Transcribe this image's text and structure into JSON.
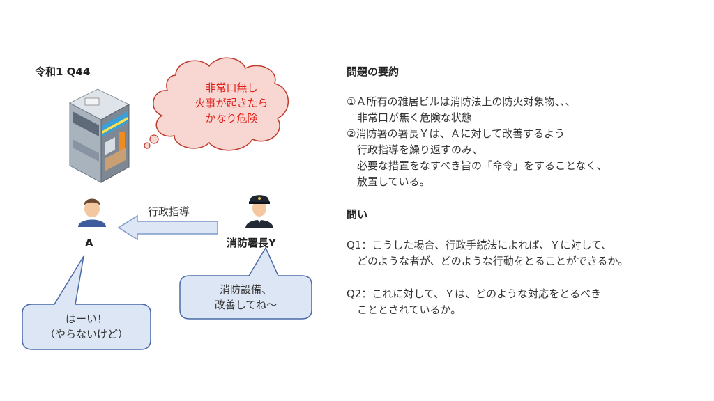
{
  "diagram": {
    "title": "令和1 Q44",
    "thought_bubble": {
      "lines": [
        "非常口無し",
        "火事が起きたら",
        "かなり危険"
      ],
      "text_color": "#e0201a",
      "fill": "#f8d7d3",
      "stroke": "#c0392b"
    },
    "person_a": {
      "label": "A",
      "icon": "person-icon"
    },
    "arrow": {
      "label": "行政指導",
      "fill": "#dce6f4",
      "stroke": "#7f9ccb"
    },
    "officer": {
      "label": "消防署長Y",
      "icon": "officer-icon"
    },
    "speech_officer": {
      "lines": [
        "消防設備、",
        "改善してね～"
      ]
    },
    "speech_a": {
      "lines": [
        "はーい！",
        "（やらないけど）"
      ]
    },
    "callout_fill": "#dce6f4",
    "callout_stroke": "#4a6aa8",
    "building_icon": "building-icon"
  },
  "summary": {
    "heading": "問題の要約",
    "lines": [
      "①Ａ所有の雑居ビルは消防法上の防火対象物、、、",
      "　非常口が無く危険な状態",
      "②消防署の署長Ｙは、Ａに対して改善するよう",
      "　行政指導を繰り返すのみ、",
      "　必要な措置をなすべき旨の「命令」をすることなく、",
      "　放置している。"
    ]
  },
  "questions": {
    "heading": "問い",
    "q1": [
      "Q1：こうした場合、行政手続法によれば、Ｙに対して、",
      "　どのような者が、どのような行動をとることができるか。"
    ],
    "q2": [
      "Q2：これに対して、Ｙは、どのような対応をとるべき",
      "　こととされているか。"
    ]
  }
}
